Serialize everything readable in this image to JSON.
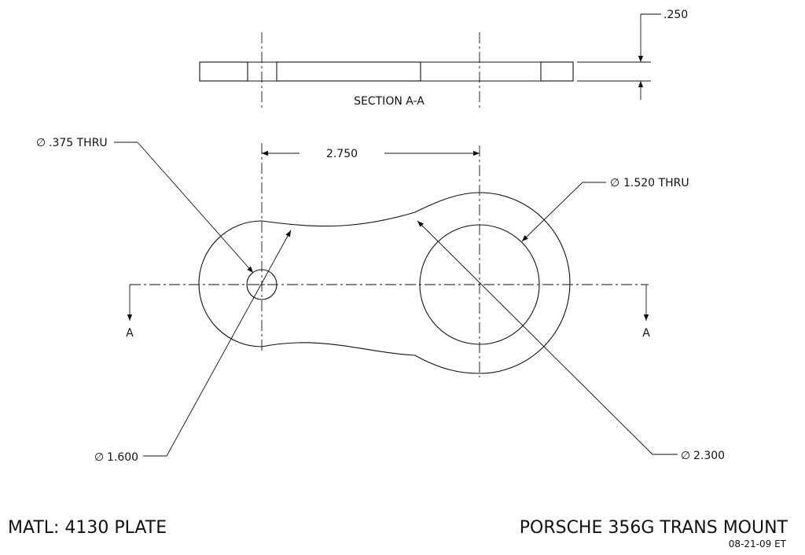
{
  "section": {
    "thickness_label": ".250",
    "caption": "SECTION A-A"
  },
  "dims": {
    "small_hole": ".375 THRU",
    "center_distance": "2.750",
    "large_hole": "1.520 THRU",
    "small_boss": "1.600",
    "large_boss": "2.300",
    "diameter_symbol": "∅"
  },
  "section_marks": {
    "left": "A",
    "right": "A"
  },
  "title_block": {
    "material": "MATL: 4130 PLATE",
    "title": "PORSCHE 356G TRANS MOUNT",
    "date": "08-21-09 ET"
  }
}
